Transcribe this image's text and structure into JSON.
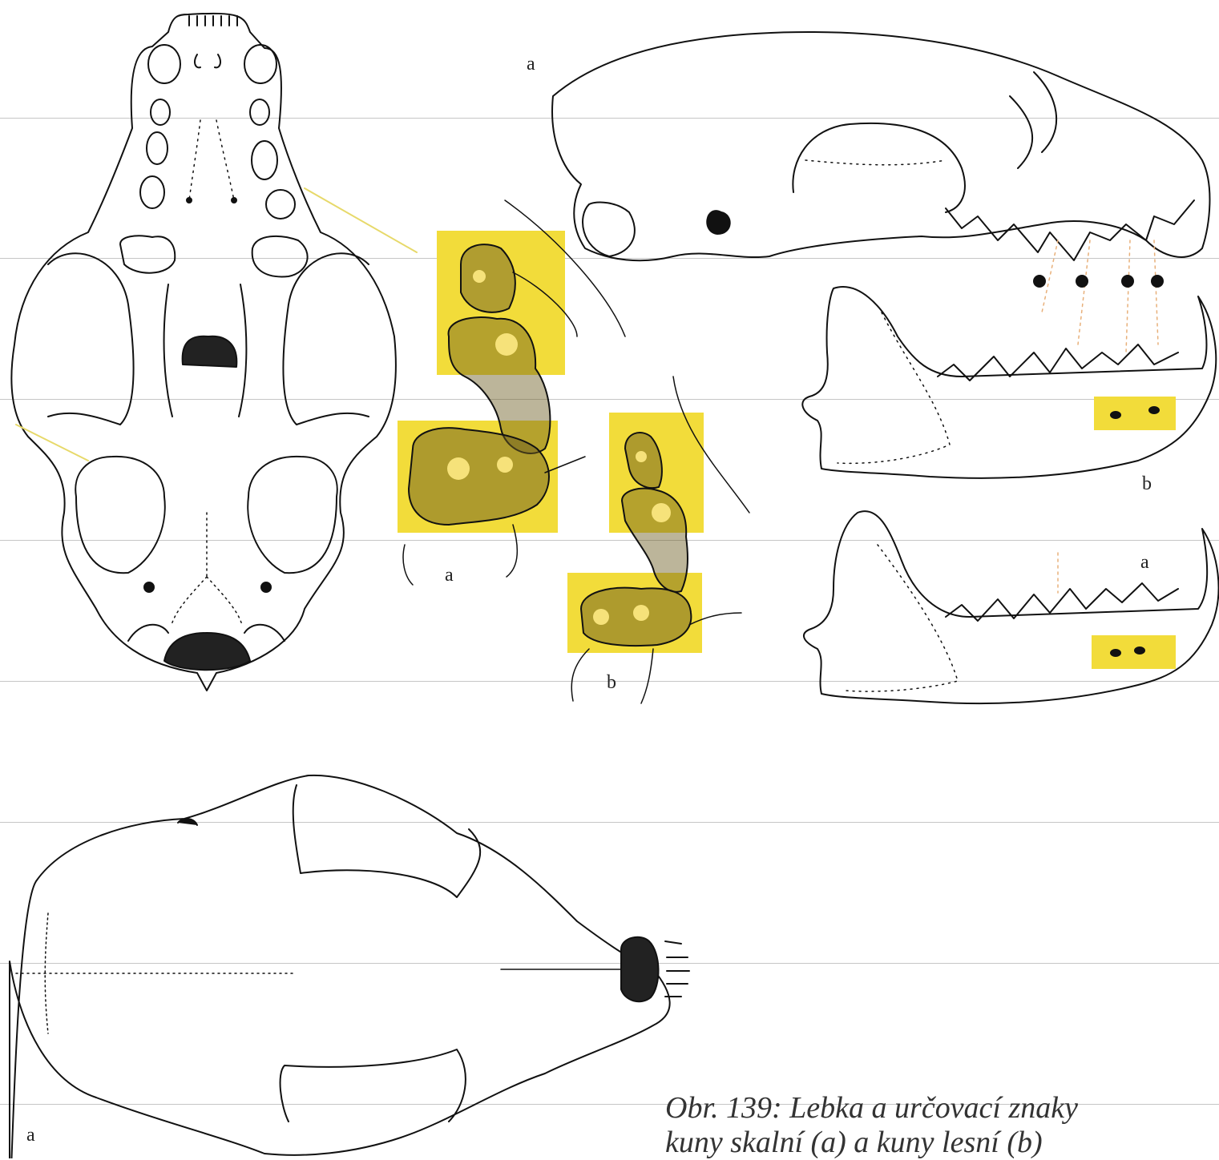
{
  "labels": {
    "lateral_skull": "a",
    "tooth_left_a": "a",
    "tooth_right_b": "b",
    "jaw_top_b": "b",
    "jaw_bottom_a": "a",
    "dorsal_skull": "a"
  },
  "caption": {
    "line1": "Obr. 139: Lebka a určovací znaky",
    "line2": "kuny skalní (a) a kuny lesní (b)"
  },
  "colors": {
    "highlight": "#f2dc3a",
    "ink": "#111111",
    "rule": "#c6c6c6"
  }
}
